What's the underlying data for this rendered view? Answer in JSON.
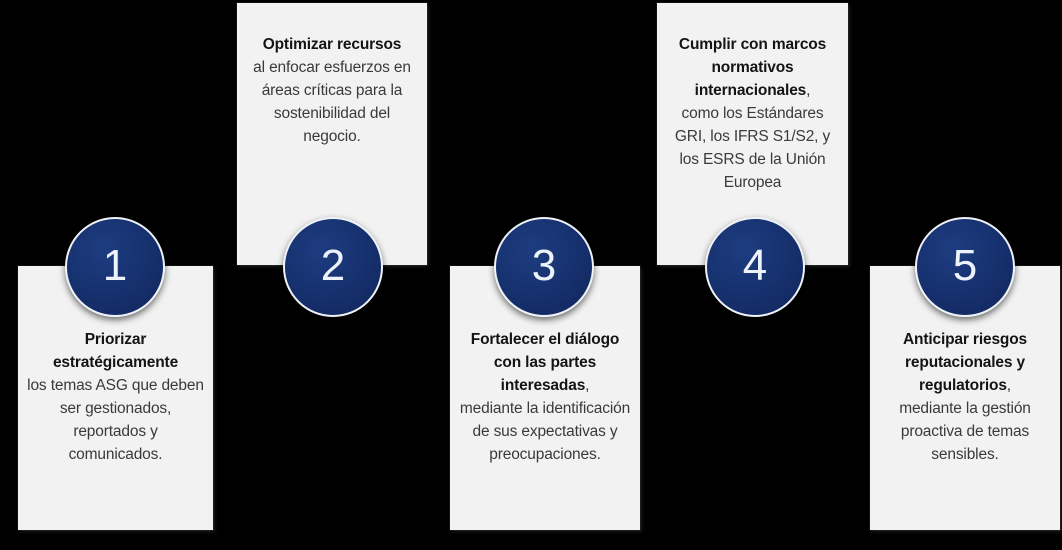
{
  "theme": {
    "background": "#000000",
    "card_bg": "#f2f2f2",
    "circle_navy": "#16306d",
    "circle_ring": "#eef1f6",
    "number_text": "#eef3fb",
    "headline_text": "#141414",
    "body_text": "#3a3a3a"
  },
  "infographic": {
    "type": "numbered-step-cards",
    "step_count": 5,
    "steps": [
      {
        "number": "1",
        "position": "down",
        "headline": "Priorizar estratégicamente",
        "headline_tail": "",
        "body": "los temas ASG que deben ser gestionados, reportados y comunicados."
      },
      {
        "number": "2",
        "position": "up",
        "headline": "Optimizar recursos",
        "headline_tail": "",
        "body": "al enfocar esfuerzos en áreas críticas para la sostenibilidad del negocio."
      },
      {
        "number": "3",
        "position": "down",
        "headline": "Fortalecer el diálogo con las partes interesadas",
        "headline_tail": ",",
        "body": "mediante la identificación de sus expectativas y preocupaciones."
      },
      {
        "number": "4",
        "position": "up",
        "headline": "Cumplir con marcos normativos internacionales",
        "headline_tail": ",",
        "body": "como los Estándares GRI, los IFRS S1/S2, y los ESRS de la Unión Europea"
      },
      {
        "number": "5",
        "position": "down",
        "headline": "Anticipar riesgos reputacionales y regulatorios",
        "headline_tail": ",",
        "body": "mediante la gestión proactiva de temas sensibles."
      }
    ]
  }
}
